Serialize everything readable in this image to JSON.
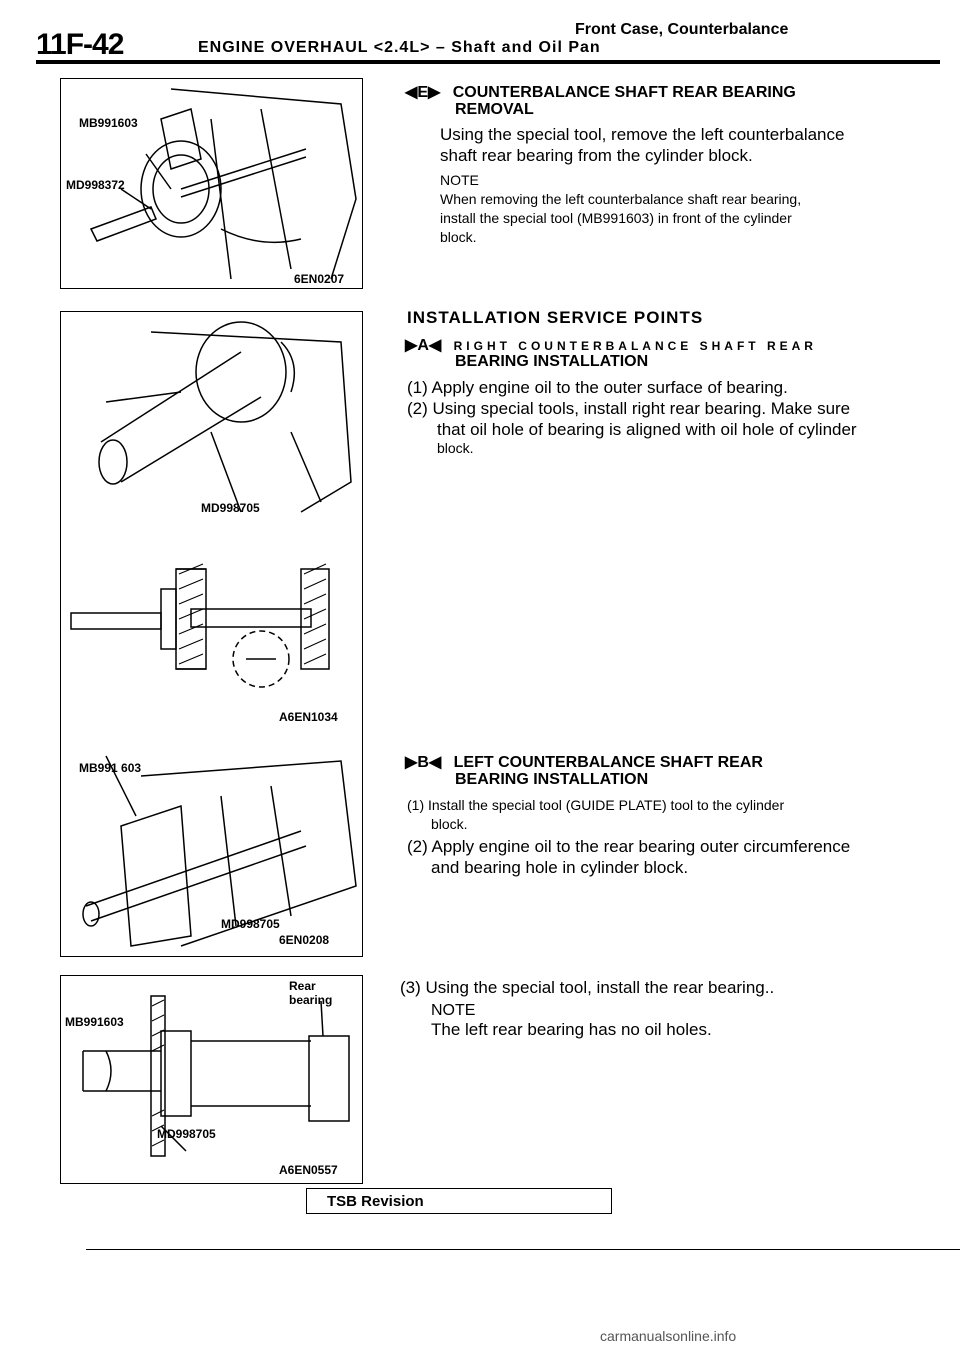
{
  "header": {
    "page_number": "11F-42",
    "line1": "Front Case, Counterbalance",
    "line2": "ENGINE OVERHAUL <2.4L> – Shaft and Oil Pan"
  },
  "figures": {
    "fig1": {
      "tool1": "MB991603",
      "tool2": "MD998372",
      "code": "6EN0207"
    },
    "fig2": {
      "tool": "MD998705"
    },
    "fig3": {
      "code": "A6EN1034"
    },
    "fig4": {
      "tool1": "MB991 603",
      "tool2": "MD998705",
      "code": "6EN0208"
    },
    "fig5": {
      "label_rear": "Rear",
      "label_bearing": "bearing",
      "tool1": "MB991603",
      "tool2": "MD998705",
      "code": "A6EN0557"
    }
  },
  "section_e": {
    "marker": "E",
    "title1": "COUNTERBALANCE SHAFT REAR BEARING",
    "title2": "REMOVAL",
    "para1": "Using the special tool, remove the left counterbalance",
    "para2": "shaft rear bearing from the cylinder block.",
    "note_label": "NOTE",
    "note1": "When removing the left counterbalance shaft rear bearing,",
    "note2": "install the special tool (MB991603) in front of the cylinder",
    "note3": "block."
  },
  "installation": {
    "heading": "INSTALLATION SERVICE POINTS"
  },
  "section_a": {
    "marker": "A",
    "title1": "RIGHT COUNTERBALANCE SHAFT REAR",
    "title2": "BEARING INSTALLATION",
    "step1": "(1) Apply engine oil to the outer surface of bearing.",
    "step2a": "(2) Using special tools, install right rear bearing. Make sure",
    "step2b": "that oil hole of bearing is aligned with oil hole of cylinder",
    "step2c": "block."
  },
  "section_b": {
    "marker": "B",
    "title1": "LEFT COUNTERBALANCE SHAFT REAR",
    "title2": "BEARING INSTALLATION",
    "step1a": "(1) Install the special tool (GUIDE PLATE) tool to the cylinder",
    "step1b": "block.",
    "step2a": "(2) Apply engine oil to the rear bearing outer circumference",
    "step2b": "and bearing hole in cylinder block.",
    "step3": "(3) Using the special tool, install the rear bearing..",
    "note_label": "NOTE",
    "note": "The left rear bearing has no oil holes."
  },
  "footer": {
    "tsb": "TSB Revision",
    "watermark": "carmanualsonline.info"
  }
}
